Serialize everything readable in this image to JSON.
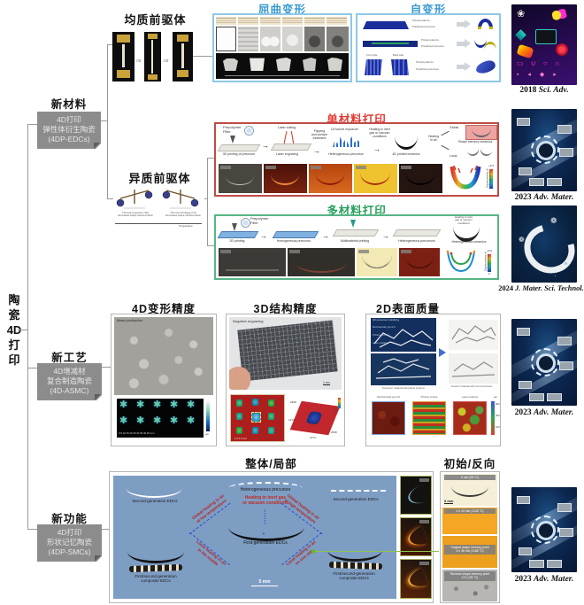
{
  "tree": {
    "root_chars": [
      "陶",
      "瓷",
      "4D",
      "打",
      "印"
    ],
    "branches": [
      {
        "label": "新材料",
        "line1": "4D打印",
        "line2": "弹性体衍生陶瓷",
        "line3": "(4DP-EDCs)"
      },
      {
        "label": "新工艺",
        "line1": "4D增减材",
        "line2": "复合制造陶瓷",
        "line3": "(4D-ASMC)"
      },
      {
        "label": "新功能",
        "line1": "4D打印",
        "line2": "形状记忆陶瓷",
        "line3": "(4DP-SMCs)"
      }
    ]
  },
  "precursor": {
    "homogeneous_label": "均质前驱体",
    "heterogeneous_label": "异质前驱体",
    "scale_caption_left": "Thermal expansion (TE)\ndominated shape transformation",
    "scale_caption_right": "Thermal shrinkage (TS)\ndominated shape transformation",
    "scale_axis": "Temperature"
  },
  "buckling": {
    "title": "屈曲变形"
  },
  "self_deform": {
    "title": "自变形",
    "label_printed": "Printed patterns",
    "label_predefined": "Predefined precursor",
    "label_front": "Front side",
    "label_back": "Back side"
  },
  "single": {
    "title": "单材料打印",
    "step_prepolymer": "Prepolymer\nFiller",
    "cap_printing": "3D printing of precursor",
    "lbl_laser_cutting": "Laser cutting",
    "lbl_laser_engraving": "Laser engraving",
    "lbl_flipping": "Flipping\nand surface\ntreatment",
    "lbl_uv": "UV/ozone exposure",
    "cap_hetero": "Heterogeneous precursor",
    "lbl_heating_inert": "Heating in inert\ngas or vacuum\nconditions",
    "cap_4d": "4D printed ceramics",
    "lbl_heating_air": "Heating\nin air",
    "lbl_global": "Global",
    "lbl_local": "Local",
    "lbl_smc": "Shape memory ceramics",
    "cb_max": "+2.5",
    "cb_label": "Displacement of\nY axis (mm)"
  },
  "multi": {
    "title": "多材料打印",
    "step_prepolymer": "Prepolymer\nFiller",
    "cap_printing": "3D printing",
    "cap_homo": "Homogeneous precursor",
    "cap_multi": "Multimaterial printing",
    "cap_hetero": "Heterogeneous precursors",
    "lbl_heating": "Heating in inert\ngas or vacuum\nconditions",
    "cap_ceramics": "Heterogeneous ceramics",
    "cb_max": "+2.5",
    "cb_min": "0",
    "cb_label": "Displacement of\nY axis (mm)"
  },
  "process": {
    "t_4d": "4D变形精度",
    "t_3d": "3D结构精度",
    "t_2d": "2D表面质量",
    "mass_production": "Mass production",
    "axis_mm": "0   5   10   15   20   25   30   35   40  45 mm",
    "cb_um": "μm",
    "negative_engraving": "Negative engraving",
    "scale_1cm": "1 cm",
    "v2548": "2548",
    "v1274": "1274",
    "x_ticks": "0   2   4   6  mm",
    "polishing": "4D precursor polishing",
    "lbl_ground": "Mechanically ground",
    "lbl_pristine": "Pristine printed",
    "lbl_polished": "Laser polished",
    "cap_precursor": "Precursor material with planar portions",
    "cap_ceramic": "Ceramic material with curved portions",
    "cb2_um": "μm",
    "cb2_a": "300",
    "cb2_b": "200",
    "cb2_c": "100"
  },
  "global_local": {
    "title": "整体/局部",
    "hetero": "Heterogeneous precursor",
    "heating_inert": "Heating in inert gas\nor vacuum conditions",
    "first_gen": "First-generation EDCs",
    "second_gen": "Second-generation EDCs",
    "composite": "First/second-generation\ncomposite EDCs",
    "global_low": "Global heating in air\nat low temperature",
    "global_high": "Global heating in air\nat high temperature",
    "local_middle": "Local heating in air\nin the middle",
    "local_side": "Local heating in air\non one side",
    "scale": "5 mm"
  },
  "initial_reverse": {
    "title": "初始/反向",
    "f1": "0 min (25 °C)",
    "scale": "5 mm",
    "f2": "4 h 23 min (1136 °C)",
    "f3a": "Original shape memory point",
    "f3b": "4 h 38 min (1188 °C)",
    "f4a": "Reverse shape memory point",
    "f4b": "12 h (25 °C)"
  },
  "covers": [
    {
      "year": "2018",
      "journal": "Sci. Adv."
    },
    {
      "year": "2023",
      "journal": "Adv. Mater."
    },
    {
      "year": "2024",
      "journal": "J. Mater. Sci. Technol."
    },
    {
      "year": "2023",
      "journal": "Adv. Mater."
    },
    {
      "year": "2023",
      "journal": "Adv. Mater."
    }
  ],
  "colors": {
    "accent_blue": "#3a9ad0",
    "accent_red": "#e23b33",
    "accent_green": "#27a05c",
    "panel_blue_bg": "#7e9dc3"
  }
}
